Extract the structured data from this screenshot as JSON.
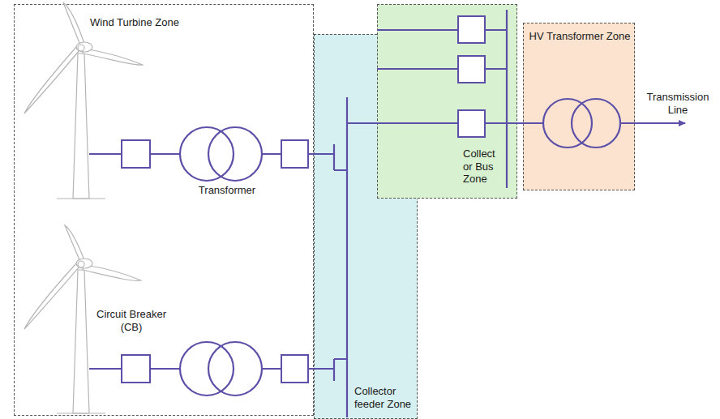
{
  "diagram": {
    "nodes": [
      {
        "text": [
          "Wind Turbine Zone"
        ]
      },
      {
        "text": [
          "Collector feeder Zone"
        ]
      },
      {
        "text": [
          "Collect or Bus Zone"
        ]
      },
      {
        "text": [
          "HV Transformer Zone"
        ]
      }
    ],
    "labels": [
      "Transformer",
      "Circuit Breaker (CB)",
      "Transmission Line"
    ]
  }
}
